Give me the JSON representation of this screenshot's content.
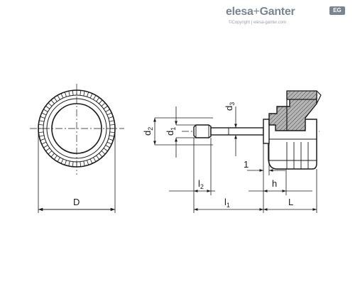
{
  "brand": {
    "name_part1": "elesa",
    "plus": "+",
    "name_part2": "Ganter",
    "badge": "EG",
    "copyright": "©Copyright | elesa-ganter.com"
  },
  "dimensions": {
    "D": {
      "main": "D",
      "sub": ""
    },
    "d1": {
      "main": "d",
      "sub": "1"
    },
    "d2": {
      "main": "d",
      "sub": "2"
    },
    "d3": {
      "main": "d",
      "sub": "3"
    },
    "l1": {
      "main": "l",
      "sub": "1"
    },
    "l2": {
      "main": "l",
      "sub": "2"
    },
    "h": {
      "main": "h",
      "sub": ""
    },
    "L": {
      "main": "L",
      "sub": ""
    },
    "gap": {
      "main": "1",
      "sub": ""
    }
  },
  "colors": {
    "line": "#1a1a1a",
    "hatch_fill": "#b6b6b6",
    "brand": "#7a8592"
  }
}
